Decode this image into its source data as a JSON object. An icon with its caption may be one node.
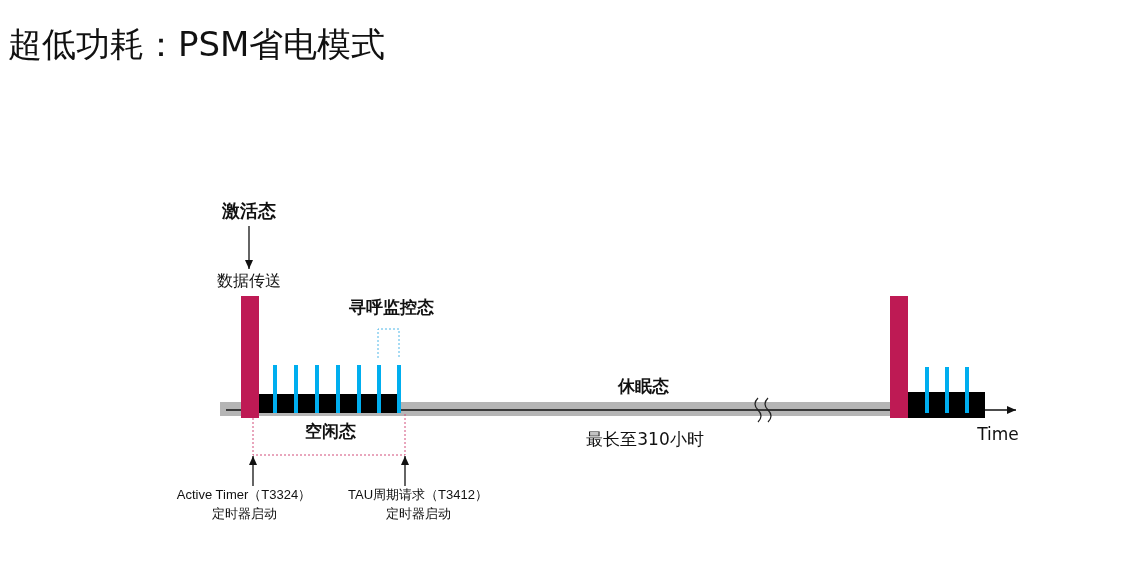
{
  "diagram": {
    "title": "超低功耗：PSM省电模式",
    "nodes": [
      {
        "text": [
          "激活态"
        ]
      },
      {
        "text": [
          "数据传送"
        ]
      },
      {
        "text": [
          "Active Timer（T3324）定时器启动"
        ]
      },
      {
        "text": [
          "TAU周期请求（T3412）定时器启动"
        ]
      },
      {
        "text": [],
        "shape": "box"
      }
    ],
    "edges": [
      {
        "from": 0,
        "to": 1,
        "arrow": "to"
      },
      {
        "from": 2,
        "to": 4,
        "arrow": "to"
      },
      {
        "from": 3,
        "to": 4,
        "arrow": "to"
      }
    ],
    "labels": [
      "寻呼监控态",
      "休眠态",
      "空闲态",
      "最长至310小时",
      "Time"
    ]
  }
}
